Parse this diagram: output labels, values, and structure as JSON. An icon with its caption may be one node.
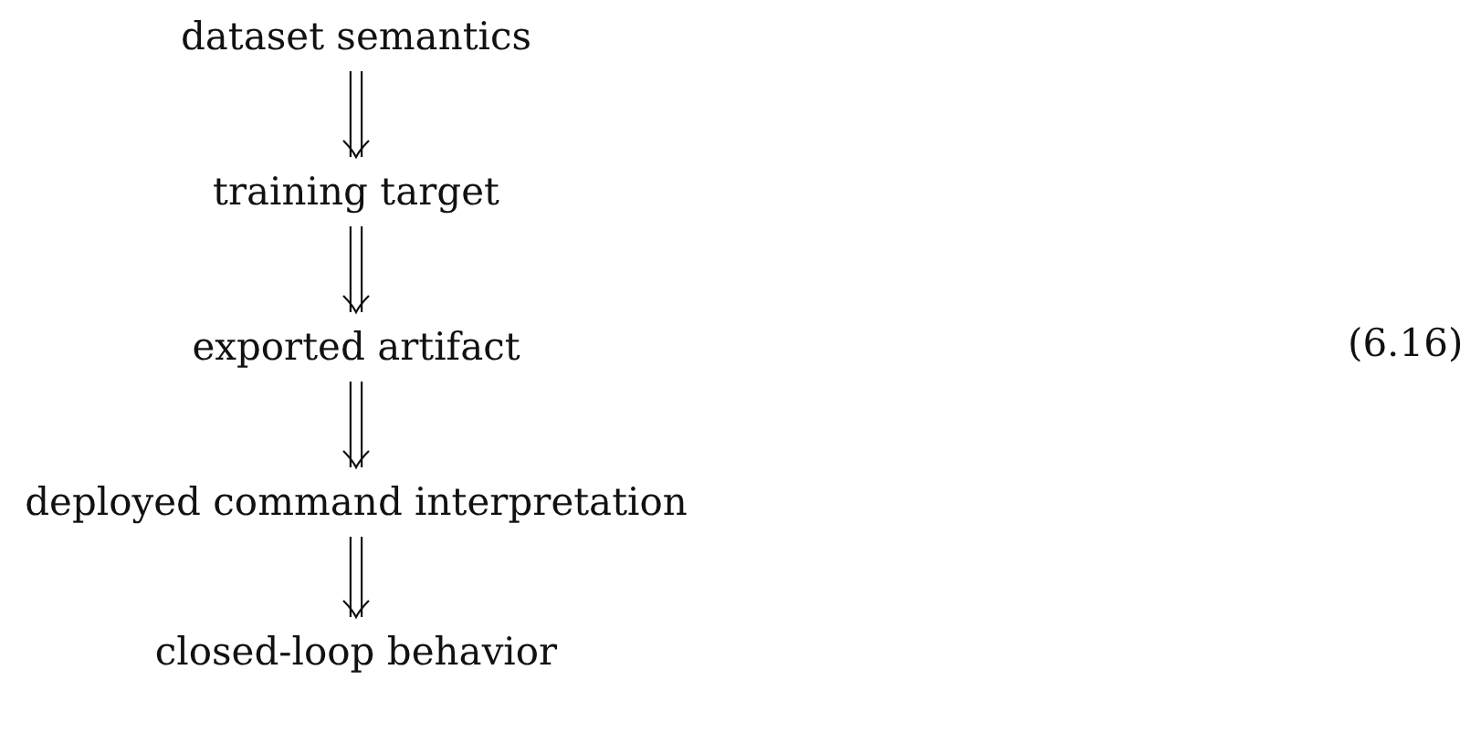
{
  "diagram": {
    "nodes": [
      {
        "text": [
          "dataset semantics"
        ]
      },
      {
        "text": [
          "training target"
        ]
      },
      {
        "text": [
          "exported artifact"
        ]
      },
      {
        "text": [
          "deployed command interpretation"
        ]
      },
      {
        "text": [
          "closed-loop behavior"
        ]
      }
    ],
    "edges": [
      {
        "from": 0,
        "to": 1,
        "arrow": "to"
      },
      {
        "from": 1,
        "to": 2,
        "arrow": "to"
      },
      {
        "from": 2,
        "to": 3,
        "arrow": "to"
      },
      {
        "from": 3,
        "to": 4,
        "arrow": "to"
      }
    ],
    "labels": [
      "(6.16)"
    ]
  }
}
